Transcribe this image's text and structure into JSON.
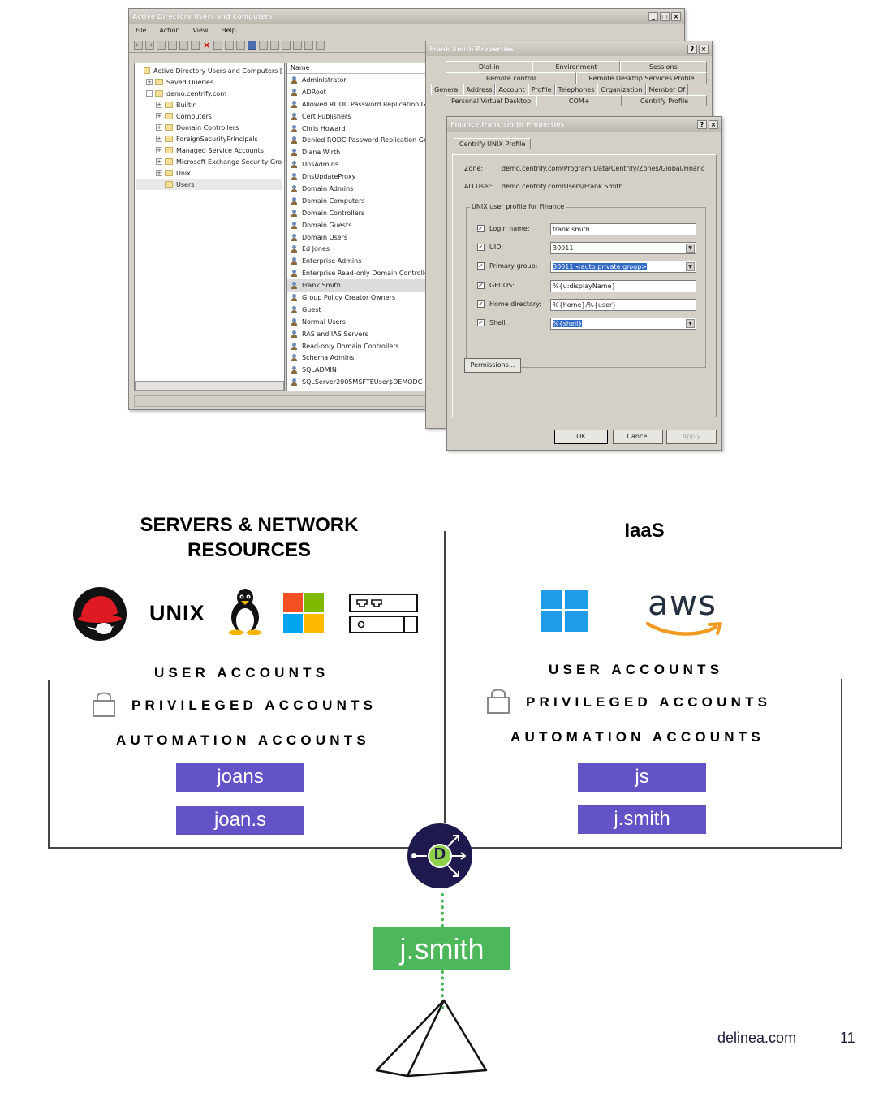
{
  "ad_window": {
    "title": "Active Directory Users and Computers",
    "menu": [
      "File",
      "Action",
      "View",
      "Help"
    ],
    "tree": [
      {
        "label": "Active Directory Users and Computers [",
        "indent": 0,
        "pm": ""
      },
      {
        "label": "Saved Queries",
        "indent": 1,
        "pm": "+"
      },
      {
        "label": "demo.centrify.com",
        "indent": 1,
        "pm": "-"
      },
      {
        "label": "Builtin",
        "indent": 2,
        "pm": "+"
      },
      {
        "label": "Computers",
        "indent": 2,
        "pm": "+"
      },
      {
        "label": "Domain Controllers",
        "indent": 2,
        "pm": "+"
      },
      {
        "label": "ForeignSecurityPrincipals",
        "indent": 2,
        "pm": "+"
      },
      {
        "label": "Managed Service Accounts",
        "indent": 2,
        "pm": "+"
      },
      {
        "label": "Microsoft Exchange Security Gro",
        "indent": 2,
        "pm": "+"
      },
      {
        "label": "Unix",
        "indent": 2,
        "pm": "+"
      },
      {
        "label": "Users",
        "indent": 2,
        "pm": ""
      }
    ],
    "list_header": "Name",
    "list": [
      "Administrator",
      "ADRoot",
      "Allowed RODC Password Replication G",
      "Cert Publishers",
      "Chris Howard",
      "Denied RODC Password Replication Gr",
      "Diana Wirth",
      "DnsAdmins",
      "DnsUpdateProxy",
      "Domain Admins",
      "Domain Computers",
      "Domain Controllers",
      "Domain Guests",
      "Domain Users",
      "Ed Jones",
      "Enterprise Admins",
      "Enterprise Read-only Domain Controlle",
      "Frank Smith",
      "Group Policy Creator Owners",
      "Guest",
      "Normal Users",
      "RAS and IAS Servers",
      "Read-only Domain Controllers",
      "Schema Admins",
      "SQLADMIN",
      "SQLServer2005MSFTEUser$DEMODC"
    ],
    "selected_index": 17
  },
  "frank_window": {
    "title": "Frank Smith Properties",
    "tabs_row1": [
      "Dial-in",
      "Environment",
      "Sessions"
    ],
    "tabs_row2": [
      "Remote control",
      "Remote Desktop Services Profile"
    ],
    "tabs_row3": [
      "General",
      "Address",
      "Account",
      "Profile",
      "Telephones",
      "Organization",
      "Member Of"
    ],
    "tabs_row4": [
      "Personal Virtual Desktop",
      "COM+",
      "Centrify Profile"
    ]
  },
  "finance_window": {
    "title": "Finance\\frank.smith Properties",
    "tab": "Centrify UNIX Profile",
    "zone_label": "Zone:",
    "zone_value": "demo.centrify.com/Program Data/Centrify/Zones/Global/Financ",
    "aduser_label": "AD User:",
    "aduser_value": "demo.centrify.com/Users/Frank Smith",
    "group_legend": "UNIX user profile for Finance",
    "fields": [
      {
        "label": "Login name:",
        "value": "frank.smith",
        "dropdown": false,
        "highlight": false
      },
      {
        "label": "UID:",
        "value": "30011",
        "dropdown": true,
        "highlight": false
      },
      {
        "label": "Primary group:",
        "value": "30011 <auto private group>",
        "dropdown": true,
        "highlight": true
      },
      {
        "label": "GECOS:",
        "value": "%{u:displayName}",
        "dropdown": false,
        "highlight": false
      },
      {
        "label": "Home directory:",
        "value": "%{home}/%{user}",
        "dropdown": false,
        "highlight": false
      },
      {
        "label": "Shell:",
        "value": "%{shell}",
        "dropdown": true,
        "highlight": true
      }
    ],
    "permissions_button": "Permissions...",
    "ok_button": "OK",
    "cancel_button": "Cancel",
    "apply_button": "Apply"
  },
  "left_panel": {
    "heading_line1": "SERVERS & NETWORK",
    "heading_line2": "RESOURCES",
    "unix_label": "UNIX",
    "user_accounts": "USER ACCOUNTS",
    "privileged_accounts": "PRIVILEGED ACCOUNTS",
    "automation_accounts": "AUTOMATION ACCOUNTS",
    "badges": [
      "joans",
      "joan.s"
    ]
  },
  "right_panel": {
    "heading": "IaaS",
    "aws_label": "aws",
    "user_accounts": "USER ACCOUNTS",
    "privileged_accounts": "PRIVILEGED ACCOUNTS",
    "automation_accounts": "AUTOMATION ACCOUNTS",
    "badges": [
      "js",
      "j.smith"
    ]
  },
  "hub": {
    "letter": "D",
    "identity": "j.smith"
  },
  "footer": {
    "site": "delinea.com",
    "page": "11"
  },
  "colors": {
    "badge": "#6254c6",
    "identity": "#4cb85a",
    "hub": "#1e1a4d",
    "hub_accent": "#8ed14b",
    "aws_orange": "#f29a1f"
  }
}
